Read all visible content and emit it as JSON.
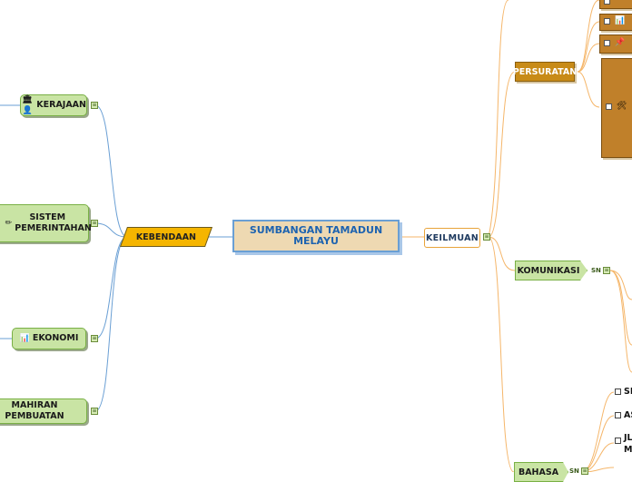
{
  "central_topic": "SUMBANGAN TAMADUN MELAYU",
  "left_branch": {
    "label": "KEBENDAAN",
    "children": [
      {
        "id": "kerajaan",
        "label": "KERAJAAN"
      },
      {
        "id": "sistem",
        "label": "SISTEM PEMERINTAHAN"
      },
      {
        "id": "ekonomi",
        "label": "EKONOMI"
      },
      {
        "id": "mahiran",
        "label": "MAHIRAN PEMBUATAN"
      }
    ]
  },
  "right_branch": {
    "label": "KEILMUAN",
    "children": [
      {
        "id": "persuratan",
        "label": "PERSURATAN"
      },
      {
        "id": "komunikasi",
        "label": "KOMUNIKASI",
        "tag": "SN"
      },
      {
        "id": "bahasa",
        "label": "BAHASA",
        "tag": "SN"
      }
    ]
  },
  "truncated_items": {
    "se": "SE",
    "as": "AS",
    "jl": "JL",
    "m": "M"
  },
  "icons": {
    "kerajaan": "building-person-icon",
    "sistem": "pencil-icon",
    "ekonomi": "chart-icon"
  },
  "colors": {
    "central_fill": "#eed9b2",
    "central_text": "#1d63b0",
    "kebendaan_fill": "#f5b500",
    "green_fill": "#c9e4a4",
    "persuratan_fill": "#c88b18",
    "left_connector": "#6a9fd4",
    "right_connector": "#f5b66a"
  }
}
